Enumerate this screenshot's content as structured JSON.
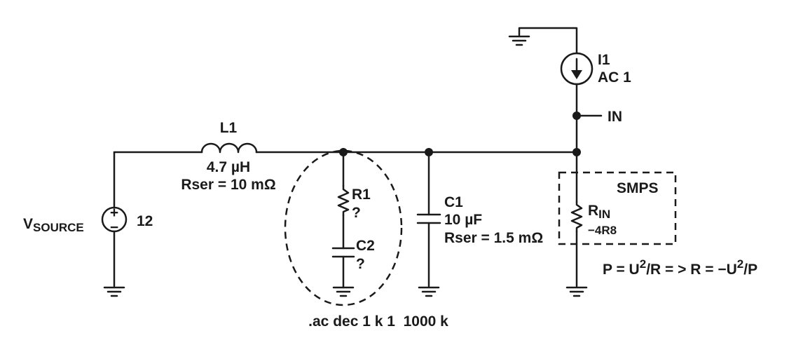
{
  "vsource": {
    "name": "V",
    "sub": "SOURCE",
    "value": "12",
    "plus": "+",
    "minus": "−"
  },
  "l1": {
    "name": "L1",
    "value": "4.7 µH",
    "rser": "Rser = 10 mΩ"
  },
  "r1": {
    "name": "R1",
    "value": "?"
  },
  "c2": {
    "name": "C2",
    "value": "?"
  },
  "c1": {
    "name": "C1",
    "value": "10 µF",
    "rser": "Rser = 1.5 mΩ"
  },
  "i1": {
    "name": "I1",
    "value": "AC 1"
  },
  "net": {
    "in": "IN"
  },
  "smps": {
    "label": "SMPS",
    "rin_name": "R",
    "rin_sub": "IN",
    "rin_value": "−4R8"
  },
  "formula": {
    "p1": "P = U",
    "e1": "2",
    "p2": "/R = > R = −U",
    "e2": "2",
    "p3": "/P"
  },
  "sim_command": ".ac dec 1 k 1  1000 k"
}
